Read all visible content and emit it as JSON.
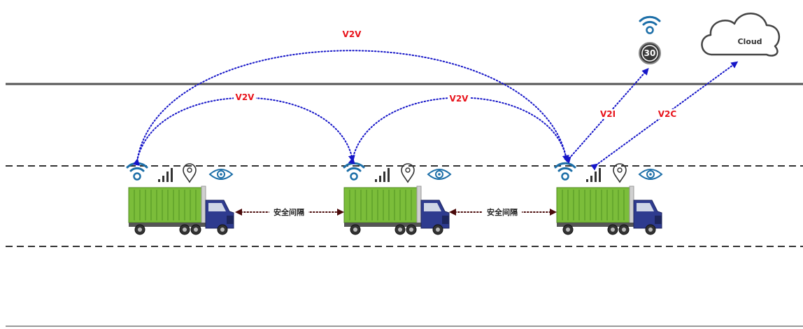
{
  "labels": {
    "v2v_long": "V2V",
    "v2v_left": "V2V",
    "v2v_right": "V2V",
    "v2i": "V2I",
    "v2c": "V2C",
    "gap_1": "安全间隔",
    "gap_2": "安全间隔",
    "cloud": "Cloud",
    "speed_sign": "30"
  },
  "colors": {
    "link": "#1616c8",
    "link_label": "#e8141c",
    "gap_arrow": "#4a0a0a",
    "road_solid": "#555555",
    "road_dashed": "#333333",
    "truck_container": "#7bbd3a",
    "truck_cab": "#2e3b8f",
    "wifi_icon": "#1d6fa8",
    "eye_icon": "#1d6fa8"
  },
  "vehicles": [
    {
      "name": "truck-1",
      "icons": [
        "wifi-icon",
        "signal-bars-icon",
        "location-pin-icon",
        "eye-icon"
      ]
    },
    {
      "name": "truck-2",
      "icons": [
        "wifi-icon",
        "signal-bars-icon",
        "location-pin-icon",
        "eye-icon"
      ]
    },
    {
      "name": "truck-3",
      "icons": [
        "wifi-icon",
        "signal-bars-icon",
        "location-pin-icon",
        "eye-icon"
      ]
    }
  ],
  "infrastructure": {
    "icons": [
      "wifi-icon",
      "speed-limit-sign-icon"
    ]
  },
  "cloud": {
    "icon": "cloud-icon"
  }
}
